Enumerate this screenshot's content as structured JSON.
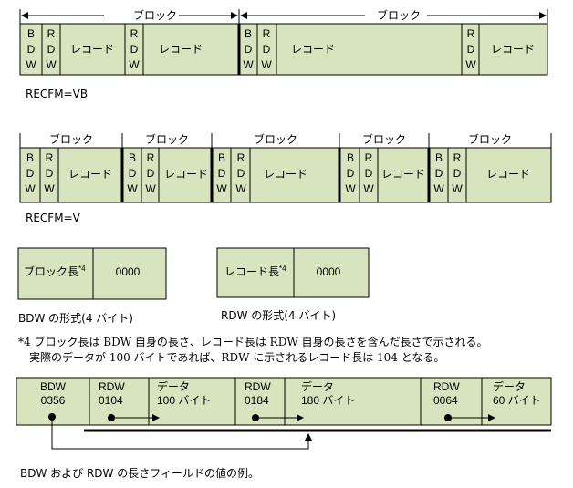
{
  "vb": {
    "block_label": "ブロック",
    "bdw": [
      "B",
      "D",
      "W"
    ],
    "rdw": [
      "R",
      "D",
      "W"
    ],
    "record_label": "レコード",
    "caption": "RECFM=VB"
  },
  "v": {
    "block_label": "ブロック",
    "record_label": "レコード",
    "caption": "RECFM=V"
  },
  "bdw_box": {
    "label": "ブロック長",
    "sup": "*4",
    "value": "0000",
    "caption": "BDW の形式(4 バイト)"
  },
  "rdw_box": {
    "label": "レコード長",
    "sup": "*4",
    "value": "0000",
    "caption": "RDW の形式(4 バイト)"
  },
  "notes": {
    "line1": "*4 ブロック長は BDW 自身の長さ、レコード長は RDW 自身の長さを含んだ長さで示される。",
    "line2": "実際のデータが 100 バイトであれば、RDW に示されるレコード長は 104 となる。"
  },
  "example": {
    "bdw": {
      "label": "BDW",
      "value": "0356"
    },
    "rdw1": {
      "label": "RDW",
      "value": "0104"
    },
    "data1": {
      "label": "データ",
      "value": "100 バイト"
    },
    "rdw2": {
      "label": "RDW",
      "value": "0184"
    },
    "data2": {
      "label": "データ",
      "value": "180 バイト"
    },
    "rdw3": {
      "label": "RDW",
      "value": "0064"
    },
    "data3": {
      "label": "データ",
      "value": "60 バイト"
    },
    "caption": "BDW および RDW の長さフィールドの値の例。"
  },
  "colors": {
    "fill": "#d7e4bd",
    "line": "#000000"
  }
}
